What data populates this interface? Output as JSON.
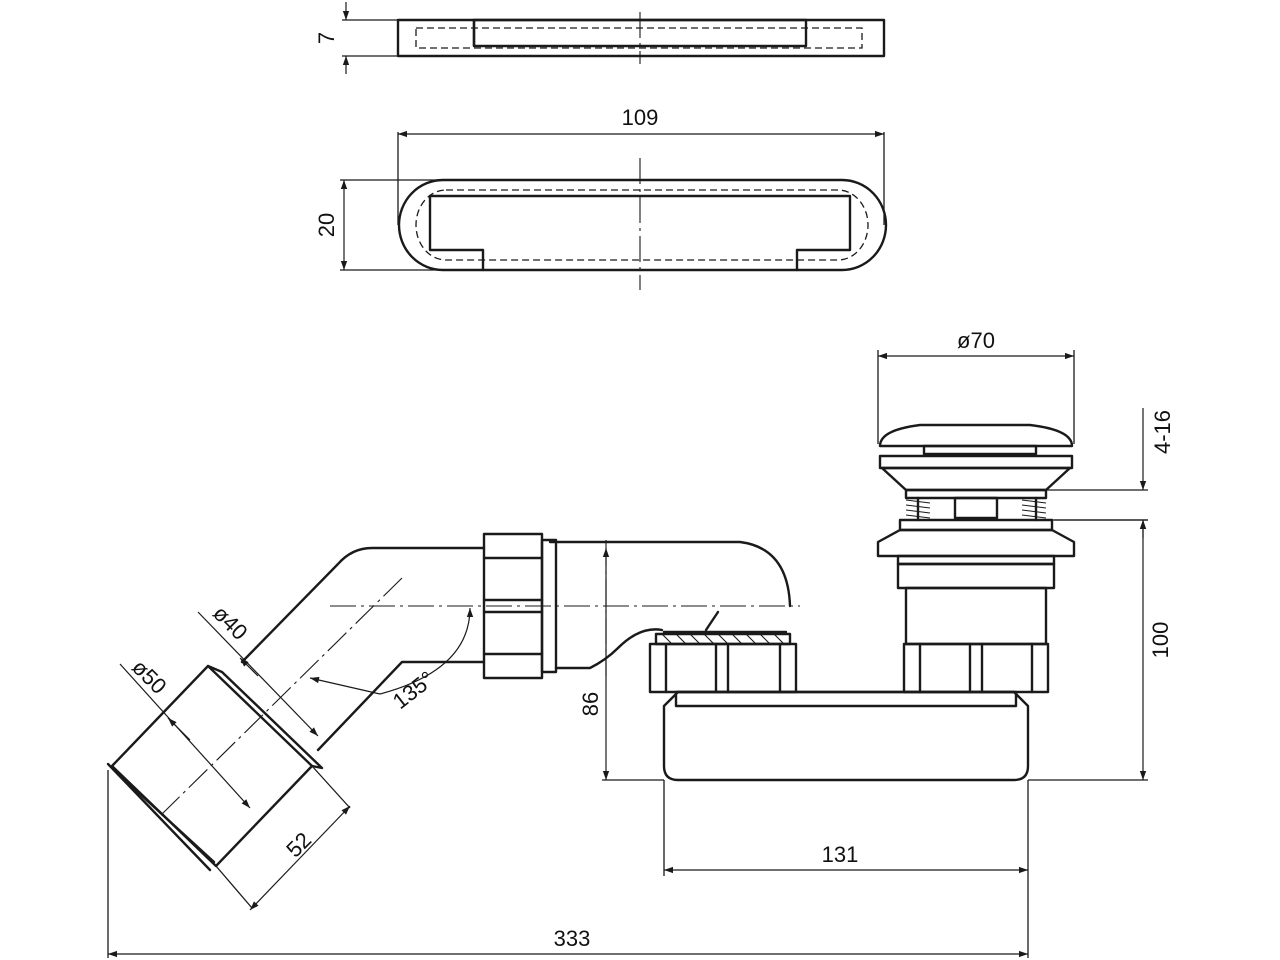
{
  "dimensions": {
    "grate_thickness": "7",
    "grate_length": "109",
    "grate_width": "20",
    "plug_diameter": "ø70",
    "clamp_range": "4-16",
    "drain_height": "100",
    "outlet_height": "86",
    "outlet_inner_diameter": "ø40",
    "outlet_outer_diameter": "ø50",
    "outlet_angle": "135°",
    "outlet_length": "52",
    "body_length": "131",
    "overall_length": "333"
  }
}
